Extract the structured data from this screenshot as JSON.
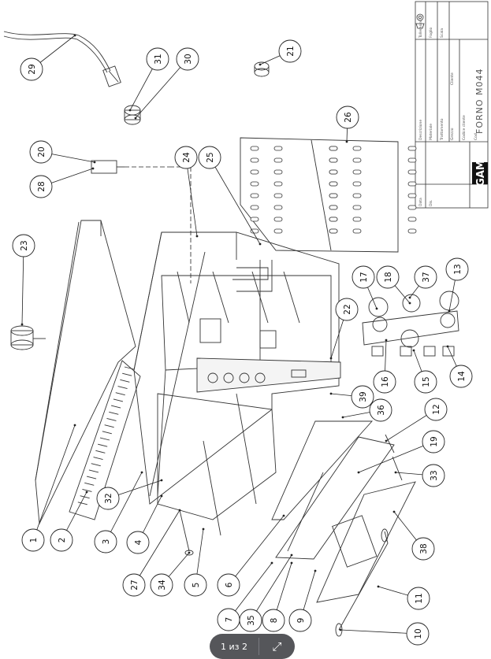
{
  "pager": {
    "label": "1 из 2",
    "expand_icon": "expand-icon"
  },
  "title_block": {
    "brand": "GAM",
    "product": "FORNO M044",
    "fields": [
      "Descrizione",
      "Materiale",
      "Trattamento",
      "Grezzo",
      "Codice cliente",
      "Cod.",
      "Data",
      "Dis.",
      "Scala",
      "Cliente",
      "Foglio",
      "Tolleranze"
    ]
  },
  "callouts": [
    "1",
    "2",
    "3",
    "4",
    "5",
    "6",
    "7",
    "8",
    "9",
    "10",
    "11",
    "12",
    "13",
    "14",
    "15",
    "16",
    "17",
    "18",
    "19",
    "20",
    "21",
    "22",
    "23",
    "24",
    "25",
    "26",
    "27",
    "28",
    "29",
    "30",
    "31",
    "32",
    "33",
    "34",
    "35",
    "36",
    "37",
    "38",
    "39"
  ]
}
